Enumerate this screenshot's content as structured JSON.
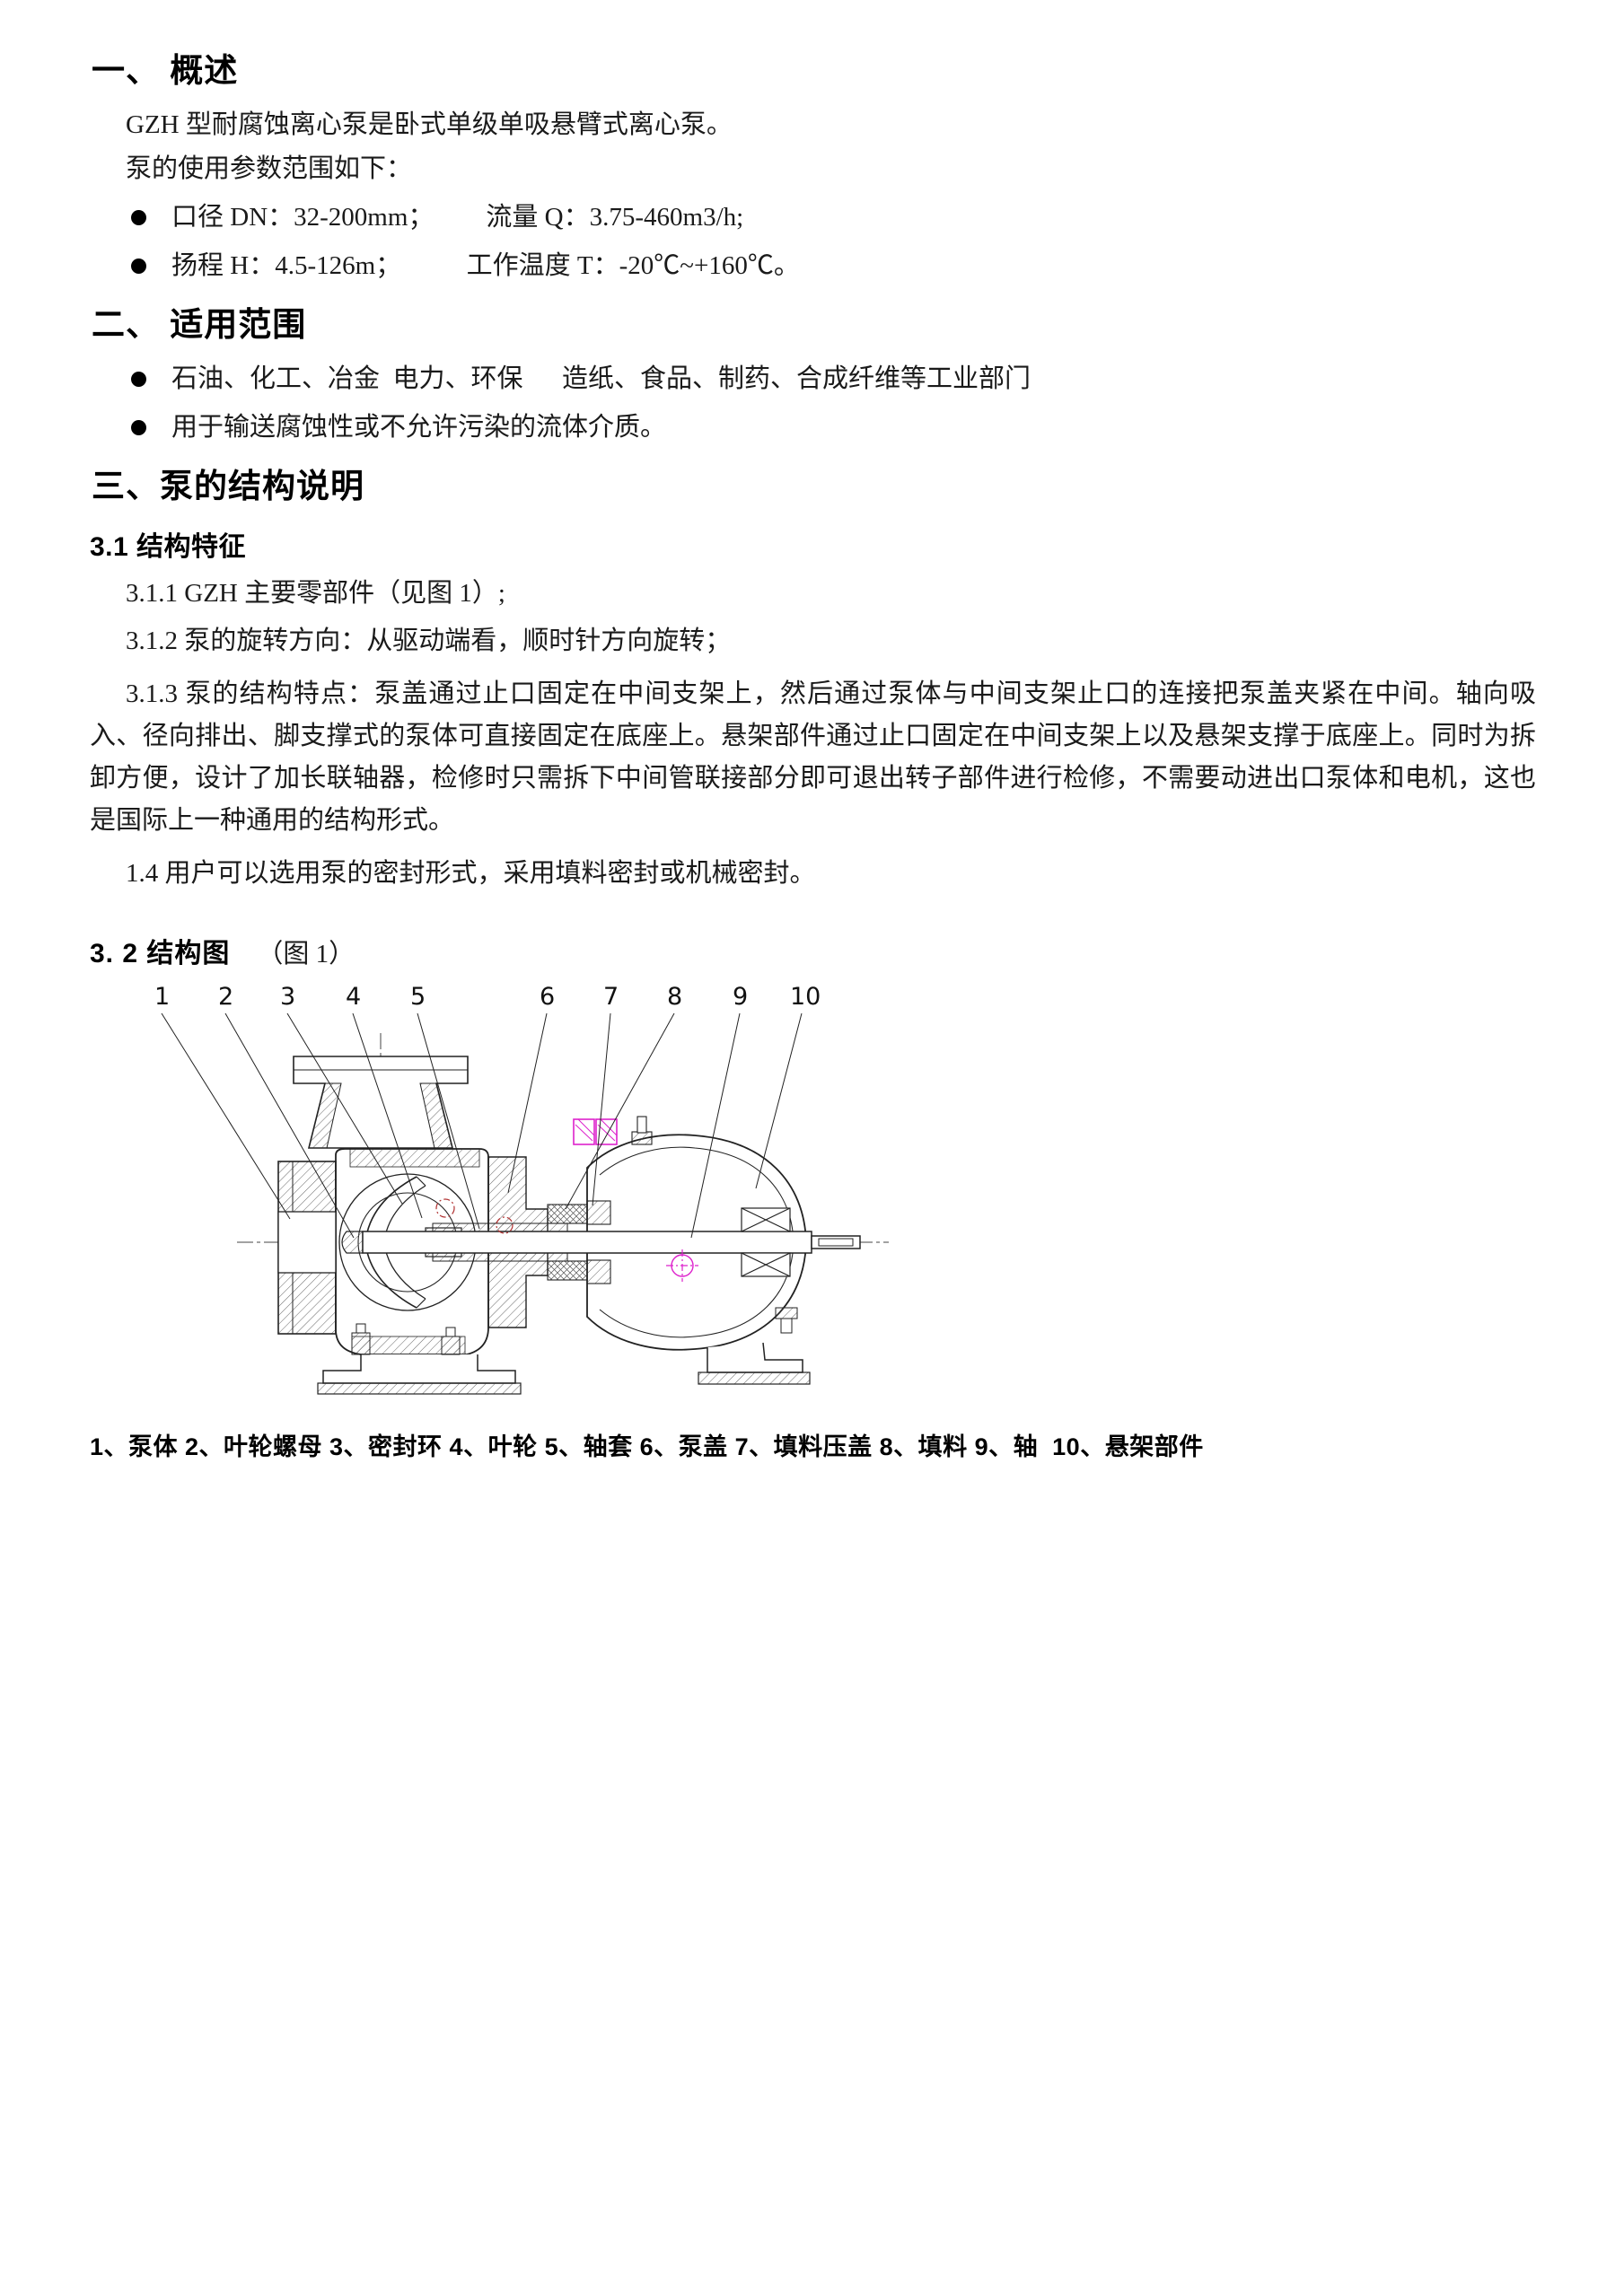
{
  "s1": {
    "heading": "一、 概述",
    "p1": "GZH 型耐腐蚀离心泵是卧式单级单吸悬臂式离心泵。",
    "p2": "泵的使用参数范围如下：",
    "bullets": [
      "口径 DN：32-200mm；        流量 Q：3.75-460m3/h;",
      "扬程 H：4.5-126m；          工作温度 T：-20℃~+160℃。"
    ]
  },
  "s2": {
    "heading": "二、 适用范围",
    "bullets": [
      "石油、化工、冶金  电力、环保      造纸、食品、制药、合成纤维等工业部门",
      "用于输送腐蚀性或不允许污染的流体介质。"
    ]
  },
  "s3": {
    "heading": "三、泵的结构说明",
    "sub1": "3.1 结构特征",
    "items": [
      "3.1.1 GZH 主要零部件（见图 1）;",
      "3.1.2 泵的旋转方向：从驱动端看，顺时针方向旋转；",
      "3.1.3 泵的结构特点：泵盖通过止口固定在中间支架上，然后通过泵体与中间支架止口的连接把泵盖夹紧在中间。轴向吸入、径向排出、脚支撑式的泵体可直接固定在底座上。悬架部件通过止口固定在中间支架上以及悬架支撑于底座上。同时为拆卸方便，设计了加长联轴器，检修时只需拆下中间管联接部分即可退出转子部件进行检修，不需要动进出口泵体和电机，这也是国际上一种通用的结构形式。",
      "1.4 用户可以选用泵的密封形式，采用填料密封或机械密封。"
    ],
    "sub2": "3. 2 结构图",
    "fig_ref": "（图 1）"
  },
  "figure": {
    "part_numbers": [
      "1",
      "2",
      "3",
      "4",
      "5",
      "6",
      "7",
      "8",
      "9",
      "10"
    ],
    "caption": "1、泵体 2、叶轮螺母 3、密封环 4、叶轮 5、轴套 6、泵盖 7、填料压盖 8、填料 9、轴  10、悬架部件",
    "annotation_magenta": "#dd22cc",
    "annotation_red": "#b03030"
  }
}
